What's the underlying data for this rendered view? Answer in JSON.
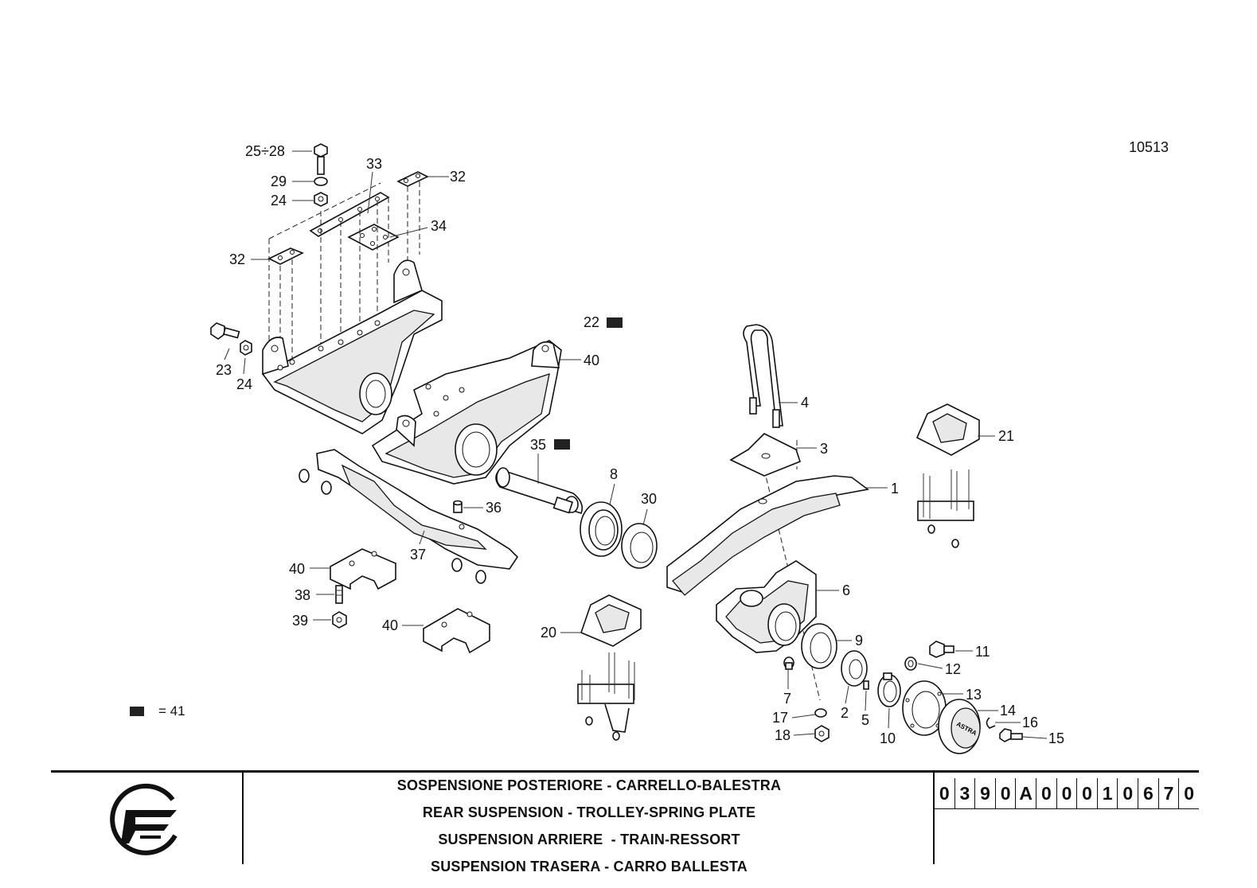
{
  "drawing_number": "10513",
  "legend": {
    "symbol": "black-square-icon",
    "text": "= 41"
  },
  "titles": [
    "SOSPENSIONE POSTERIORE - CARRELLO-BALESTRA",
    "REAR SUSPENSION - TROLLEY-SPRING PLATE",
    "SUSPENSION ARRIERE  - TRAIN-RESSORT",
    "SUSPENSION TRASERA - CARRO BALLESTA"
  ],
  "code_digits": [
    "0",
    "3",
    "9",
    "0",
    "A",
    "0",
    "0",
    "0",
    "1",
    "0",
    "6",
    "7",
    "0"
  ],
  "callouts": {
    "c25_28": "25÷28",
    "c29": "29",
    "c24a": "24",
    "c33": "33",
    "c32a": "32",
    "c34": "34",
    "c32b": "32",
    "c23": "23",
    "c24b": "24",
    "c22": "22",
    "c40a": "40",
    "c4": "4",
    "c3": "3",
    "c21": "21",
    "c35": "35",
    "c8": "8",
    "c30": "30",
    "c1": "1",
    "c36": "36",
    "c37": "37",
    "c40b": "40",
    "c38": "38",
    "c39": "39",
    "c40c": "40",
    "c20": "20",
    "c6": "6",
    "c9": "9",
    "c11": "11",
    "c12": "12",
    "c7": "7",
    "c2": "2",
    "c5": "5",
    "c13": "13",
    "c14": "14",
    "c16": "16",
    "c17": "17",
    "c18": "18",
    "c10": "10",
    "c15": "15"
  },
  "hubcap_text": "ASTRA",
  "logo": "astra-logo-icon"
}
